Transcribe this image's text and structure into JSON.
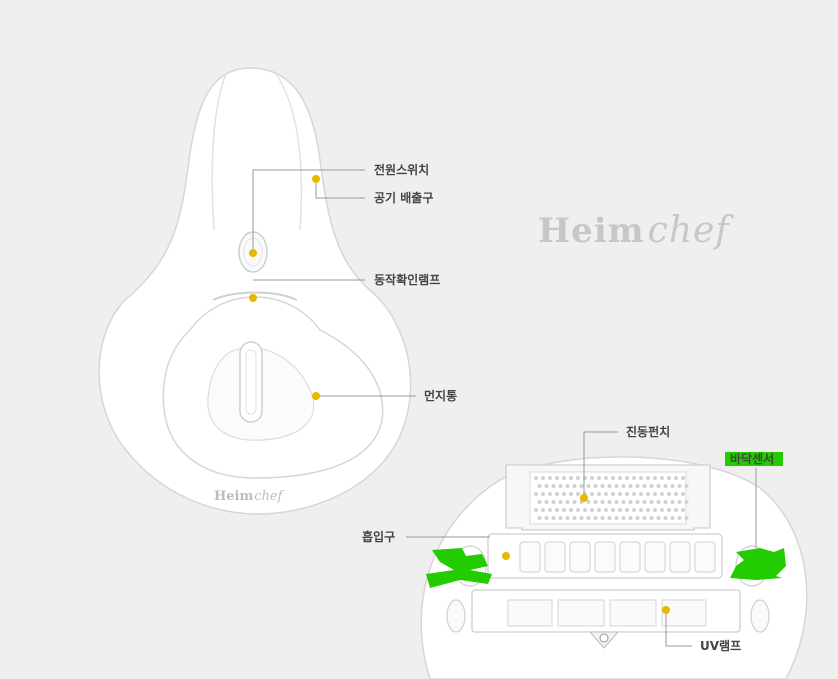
{
  "brand": {
    "name_part1": "Heim",
    "name_part2": "chef"
  },
  "top_view": {
    "labels": {
      "power_switch": "전원스위치",
      "air_outlet": "공기 배출구",
      "status_lamp": "동작확인램프",
      "dust_bin": "먼지통"
    }
  },
  "bottom_view": {
    "labels": {
      "vibration_punch": "진동펀치",
      "floor_sensor": "바닥센서",
      "suction_port": "흡입구",
      "uv_lamp": "UV램프"
    }
  },
  "colors": {
    "background": "#efefef",
    "body_fill": "#ffffff",
    "outline": "#d6d6d6",
    "marker": "#e8b800",
    "leader": "#9a9a9a",
    "highlight": "#22cc00"
  }
}
